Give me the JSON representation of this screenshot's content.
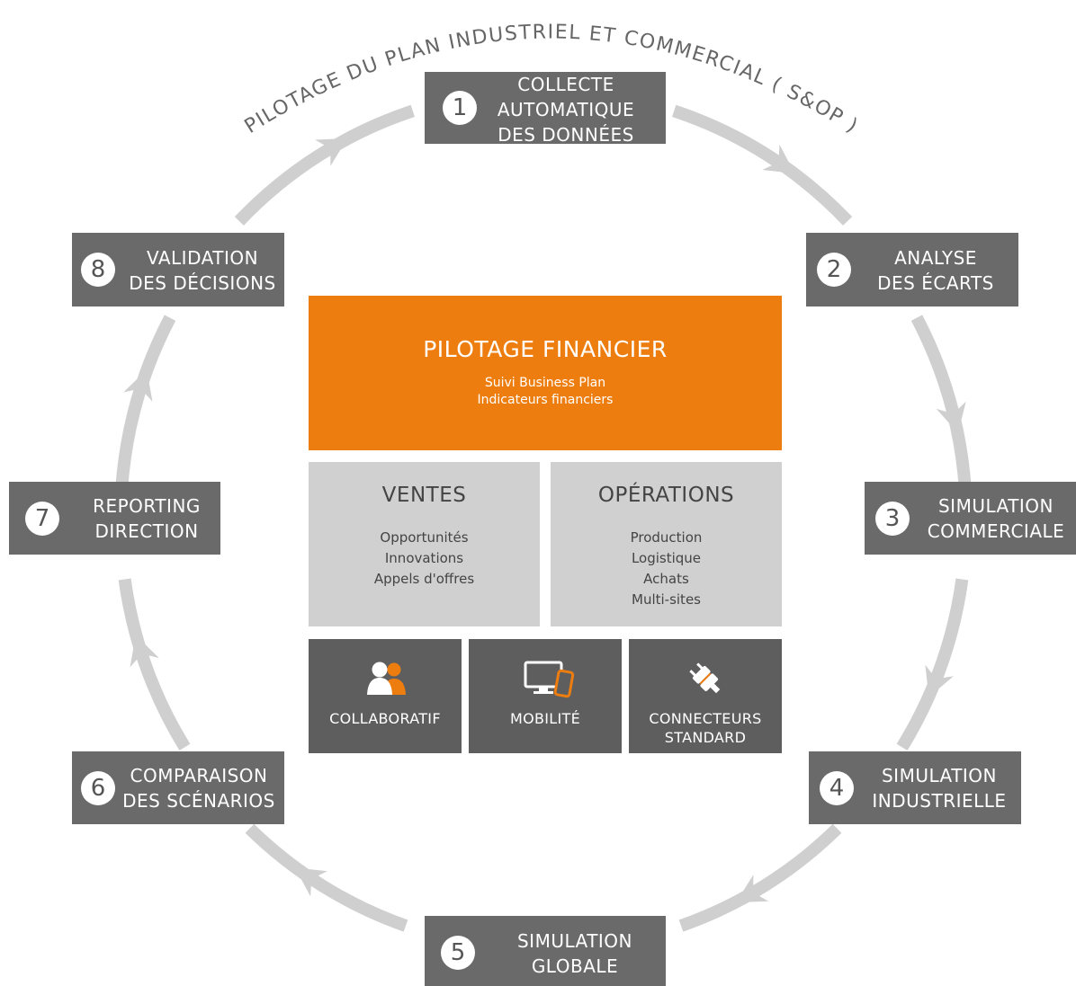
{
  "title": "PILOTAGE DU PLAN INDUSTRIEL ET COMMERCIAL ( S&OP )",
  "steps": [
    {
      "number": "1",
      "label": "COLLECTE\nAUTOMATIQUE\nDES DONNÉES"
    },
    {
      "number": "2",
      "label": "ANALYSE\nDES ÉCARTS"
    },
    {
      "number": "3",
      "label": "SIMULATION\nCOMMERCIALE"
    },
    {
      "number": "4",
      "label": "SIMULATION\nINDUSTRIELLE"
    },
    {
      "number": "5",
      "label": "SIMULATION\nGLOBALE"
    },
    {
      "number": "6",
      "label": "COMPARAISON\nDES SCÉNARIOS"
    },
    {
      "number": "7",
      "label": "REPORTING\nDIRECTION"
    },
    {
      "number": "8",
      "label": "VALIDATION\nDES DÉCISIONS"
    }
  ],
  "finance": {
    "title": "PILOTAGE FINANCIER",
    "subtitle": "Suivi Business Plan\nIndicateurs financiers"
  },
  "ventes": {
    "title": "VENTES",
    "items": [
      "Opportunités",
      "Innovations",
      "Appels d'offres"
    ]
  },
  "operations": {
    "title": "OPÉRATIONS",
    "items": [
      "Production",
      "Logistique",
      "Achats",
      "Multi-sites"
    ]
  },
  "tiles": [
    {
      "label": "COLLABORATIF",
      "icon": "users-icon"
    },
    {
      "label": "MOBILITÉ",
      "icon": "devices-icon"
    },
    {
      "label": "CONNECTEURS\nSTANDARD",
      "icon": "plug-icon"
    }
  ],
  "colors": {
    "accent": "#ee7d0f",
    "box": "#6a6a6a",
    "tile": "#5e5e5e",
    "panel": "#d0d0d0",
    "ring": "#cfcfcf"
  }
}
